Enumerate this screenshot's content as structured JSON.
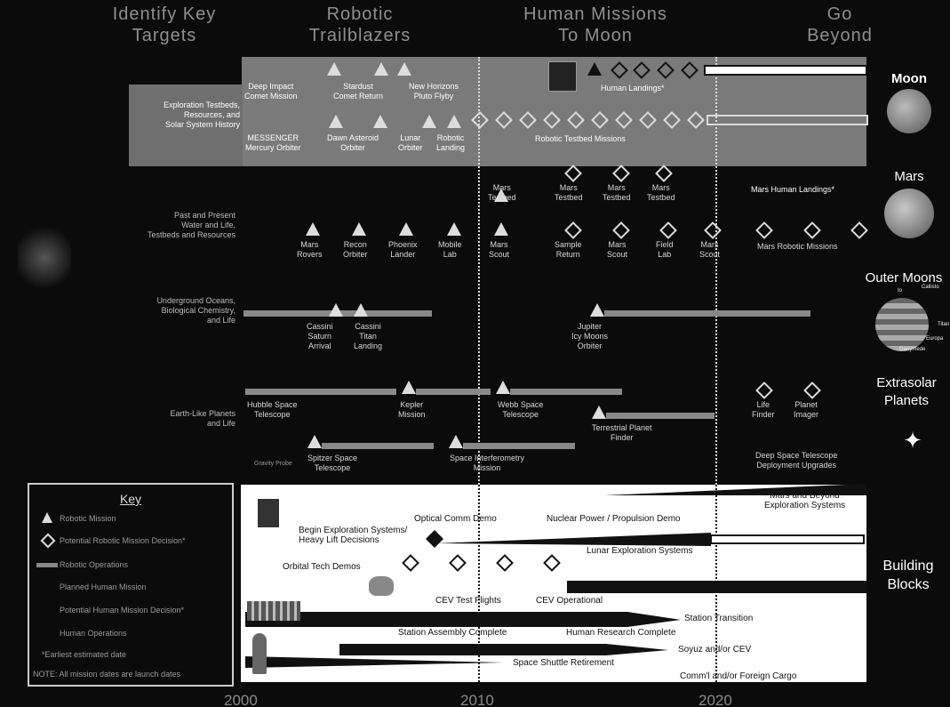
{
  "eras": [
    {
      "line1": "Identify Key",
      "line2": "Targets"
    },
    {
      "line1": "Robotic",
      "line2": "Trailblazers"
    },
    {
      "line1": "Human Missions",
      "line2": "To Moon"
    },
    {
      "line1": "Go",
      "line2": "Beyond"
    }
  ],
  "themes": {
    "moon": [
      "Exploration Testbeds,",
      "Resources, and",
      "Solar System History"
    ],
    "mars": [
      "Past and Present",
      "Water and Life,",
      "Testbeds and Resources"
    ],
    "moons": [
      "Underground Oceans,",
      "Biological Chemistry,",
      "and Life"
    ],
    "planets": [
      "Earth-Like Planets",
      "and Life"
    ]
  },
  "destinations": {
    "moon": "Moon",
    "mars": "Mars",
    "outer_moons": "Outer Moons",
    "extrasolar_1": "Extrasolar",
    "extrasolar_2": "Planets",
    "building_1": "Building",
    "building_2": "Blocks"
  },
  "outer_moon_labels": [
    "Io",
    "Callisto",
    "Titan",
    "Europa",
    "Ganymede"
  ],
  "moon_missions": {
    "deep_impact": [
      "Deep Impact",
      "Comet Mission"
    ],
    "stardust": [
      "Stardust",
      "Comet Return"
    ],
    "new_horizons": [
      "New Horizons",
      "Pluto Flyby"
    ],
    "messenger": [
      "MESSENGER",
      "Mercury Orbiter"
    ],
    "dawn": [
      "Dawn Asteroid",
      "Orbiter"
    ],
    "lunar_orbiter": [
      "Lunar",
      "Orbiter"
    ],
    "robotic_landing": [
      "Robotic",
      "Landing"
    ],
    "human_landings": "Human Landings*",
    "robotic_testbed": "Robotic Testbed Missions"
  },
  "mars_missions": {
    "testbed_1": [
      "Mars",
      "Testbed"
    ],
    "testbed_2": [
      "Mars",
      "Testbed"
    ],
    "testbed_3": [
      "Mars",
      "Testbed"
    ],
    "testbed_4": [
      "Mars",
      "Testbed"
    ],
    "human_landings": "Mars Human Landings*",
    "rovers": [
      "Mars",
      "Rovers"
    ],
    "recon": [
      "Recon",
      "Orbiter"
    ],
    "phoenix": [
      "Phoenix",
      "Lander"
    ],
    "mobile_lab": [
      "Mobile",
      "Lab"
    ],
    "scout_1": [
      "Mars",
      "Scout"
    ],
    "sample_return": [
      "Sample",
      "Return"
    ],
    "scout_2": [
      "Mars",
      "Scout"
    ],
    "field_lab": [
      "Field",
      "Lab"
    ],
    "scout_3": [
      "Mars",
      "Scout"
    ],
    "robotic_missions": "Mars Robotic Missions"
  },
  "outer_missions": {
    "cassini_saturn": [
      "Cassini",
      "Saturn",
      "Arrival"
    ],
    "cassini_titan": [
      "Cassini",
      "Titan",
      "Landing"
    ],
    "jupiter": [
      "Jupiter",
      "Icy Moons",
      "Orbiter"
    ]
  },
  "planet_missions": {
    "hubble": [
      "Hubble Space",
      "Telescope"
    ],
    "kepler": [
      "Kepler",
      "Mission"
    ],
    "webb": [
      "Webb Space",
      "Telescope"
    ],
    "tpf": [
      "Terrestrial Planet",
      "Finder"
    ],
    "life_finder": [
      "Life",
      "Finder"
    ],
    "planet_imager": [
      "Planet",
      "Imager"
    ],
    "spitzer": [
      "Spitzer Space",
      "Telescope"
    ],
    "sim": [
      "Space Interferometry",
      "Mission"
    ],
    "deep_space": [
      "Deep Space Telescope",
      "Deployment Upgrades"
    ],
    "mini": "Gravity Probe"
  },
  "key": {
    "title": "Key",
    "items": [
      "Robotic Mission",
      "Potential Robotic Mission Decision*",
      "Robotic Operations",
      "Planned Human Mission",
      "Potential Human Mission Decision*",
      "Human Operations",
      "*Earliest estimated date",
      "NOTE: All mission dates are launch dates"
    ]
  },
  "blocks": {
    "mars_beyond": [
      "Mars and Beyond",
      "Exploration Systems"
    ],
    "optical": "Optical Comm Demo",
    "nuclear": "Nuclear Power / Propulsion Demo",
    "begin": [
      "Begin Exploration Systems/",
      "Heavy Lift Decisions"
    ],
    "lunar_systems": "Lunar Exploration Systems",
    "orbital": "Orbital Tech Demos",
    "cev_test": "CEV Test Flights",
    "cev_op": "CEV Operational",
    "station_transition": "Station Transition",
    "station_assembly": "Station Assembly Complete",
    "human_research": "Human Research Complete",
    "soyuz": "Soyuz and/or CEV",
    "shuttle": "Space Shuttle Retirement",
    "cargo": "Comm'l and/or Foreign Cargo"
  },
  "axis": [
    "2000",
    "2010",
    "2020"
  ],
  "colors": {
    "background": "#0b0b0b",
    "band": "#7a7a7a",
    "text": "#d8d8d8"
  }
}
